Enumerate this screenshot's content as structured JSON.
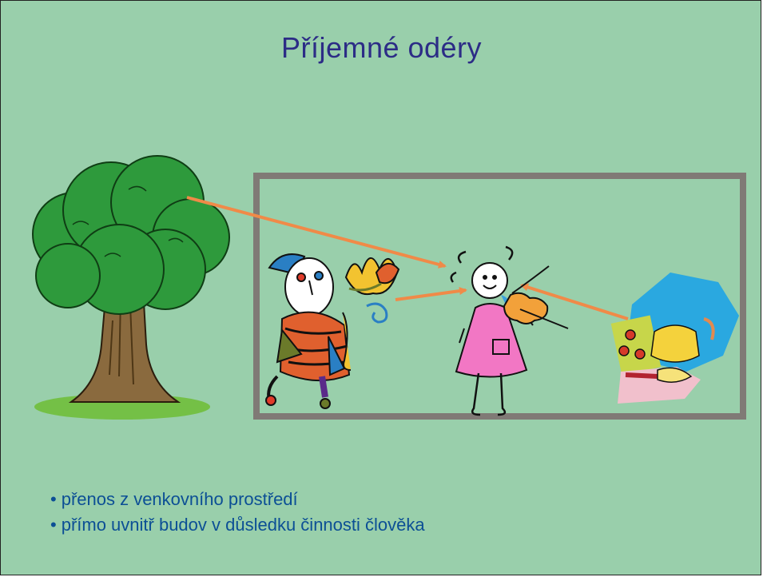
{
  "slide": {
    "title": "Příjemné odéry",
    "bullet_marker": "•",
    "bullets": [
      "přenos z venkovního prostředí",
      "přímo uvnitř budov v důsledku činnosti člověka"
    ]
  },
  "colors": {
    "background": "#99cfab",
    "title": "#2c2c86",
    "bullet_text": "#0c4f95",
    "frame": "#807a76",
    "arrow": "#f08a48",
    "tree_foliage": "#2e9a3c",
    "tree_trunk": "#8a6a3e",
    "grass": "#74c046"
  },
  "illustrations": [
    "tree-clipart",
    "saxophone-player-clipart",
    "violin-girl-clipart",
    "perfume-collage-clipart"
  ]
}
